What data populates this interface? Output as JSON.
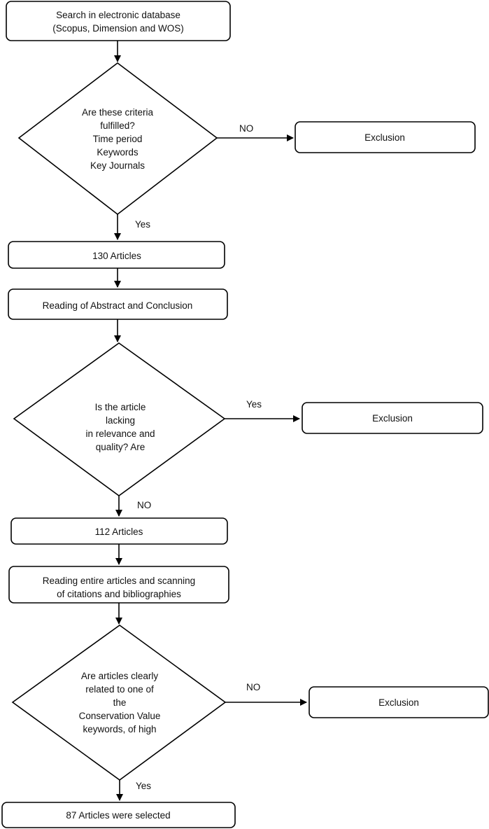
{
  "nodes": {
    "search": {
      "lines": [
        "Search in electronic database",
        "(Scopus, Dimension and WOS)"
      ]
    },
    "decision1": {
      "lines": [
        "Are these criteria",
        "fulfilled?",
        "Time period",
        "Keywords",
        "Key Journals"
      ]
    },
    "exclusion1": {
      "label": "Exclusion"
    },
    "articles130": {
      "label": "130 Articles"
    },
    "reading_abstract": {
      "label": "Reading of Abstract and Conclusion"
    },
    "decision2": {
      "lines": [
        "Is the article",
        "lacking",
        "in relevance and",
        "quality? Are"
      ]
    },
    "exclusion2": {
      "label": "Exclusion"
    },
    "articles112": {
      "label": "112 Articles"
    },
    "reading_entire": {
      "lines": [
        "Reading entire articles and scanning",
        "of citations and bibliographies"
      ]
    },
    "decision3": {
      "lines": [
        "Are articles clearly",
        "related to one of",
        "the",
        "Conservation Value",
        "keywords, of high"
      ]
    },
    "exclusion3": {
      "label": "Exclusion"
    },
    "articles87": {
      "label": "87 Articles were selected"
    }
  },
  "edges": {
    "d1_no": "NO",
    "d1_yes": "Yes",
    "d2_yes": "Yes",
    "d2_no": "NO",
    "d3_no": "NO",
    "d3_yes": "Yes"
  }
}
